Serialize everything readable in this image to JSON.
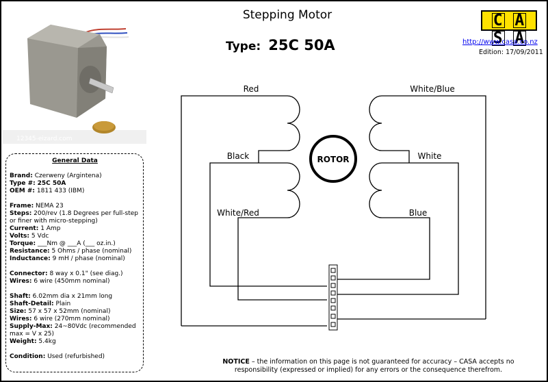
{
  "header": {
    "title": "Stepping Motor",
    "type_label": "Type:",
    "type_value": "25C 50A",
    "logo_letters": [
      "C",
      "A",
      "S",
      "A"
    ],
    "url": "http://www.casa.co.nz",
    "edition": "Edition: 17/09/2011"
  },
  "photo": {
    "credit": "12345-eizard.com"
  },
  "general_data": {
    "heading": "General Data",
    "sections": [
      [
        {
          "label": "Brand:",
          "value": "Czerweny (Argintena)"
        },
        {
          "label": "Type #:",
          "value": "25C 50A",
          "bold_value": true
        },
        {
          "label": "OEM #:",
          "value": "1811 433 (IBM)"
        }
      ],
      [
        {
          "label": "Frame:",
          "value": "NEMA 23"
        },
        {
          "label": "Steps:",
          "value": "200/rev (1.8 Degrees per full-step or finer with micro-stepping)"
        },
        {
          "label": "Current:",
          "value": "1 Amp"
        },
        {
          "label": "Volts:",
          "value": "5 Vdc"
        },
        {
          "label": "Torque:",
          "value": "___Nm @ ___A (___ oz.in.)"
        },
        {
          "label": "Resistance:",
          "value": "5  Ohms / phase (nominal)"
        },
        {
          "label": "Inductance:",
          "value": "9 mH / phase (nominal)"
        }
      ],
      [
        {
          "label": "Connector:",
          "value": "8 way x 0.1\" (see diag.)"
        },
        {
          "label": "Wires:",
          "value": "6 wire (450mm nominal)"
        }
      ],
      [
        {
          "label": "Shaft:",
          "value": "6.02mm dia x 21mm long"
        },
        {
          "label": "Shaft-Detail:",
          "value": "Plain"
        },
        {
          "label": "Size:",
          "value": "57 x 57 x 52mm (nominal)"
        },
        {
          "label": "Wires:",
          "value": "6 wire (270mm nominal)"
        },
        {
          "label": "Supply-Max:",
          "value": "24~80Vdc (recommended max = V x 25)"
        },
        {
          "label": "Weight:",
          "value": "5.4kg"
        }
      ],
      [
        {
          "label": "Condition:",
          "value": "Used (refurbished)"
        }
      ]
    ]
  },
  "diagram": {
    "rotor_label": "ROTOR",
    "wires_left": [
      "Red",
      "Black",
      "White/Red"
    ],
    "wires_right": [
      "White/Blue",
      "White",
      "Blue"
    ]
  },
  "notice": {
    "label": "NOTICE",
    "text": " – the information on this page is not guaranteed for accuracy – CASA accepts no responsibility (expressed or implied) for any errors or the consequence therefrom."
  }
}
